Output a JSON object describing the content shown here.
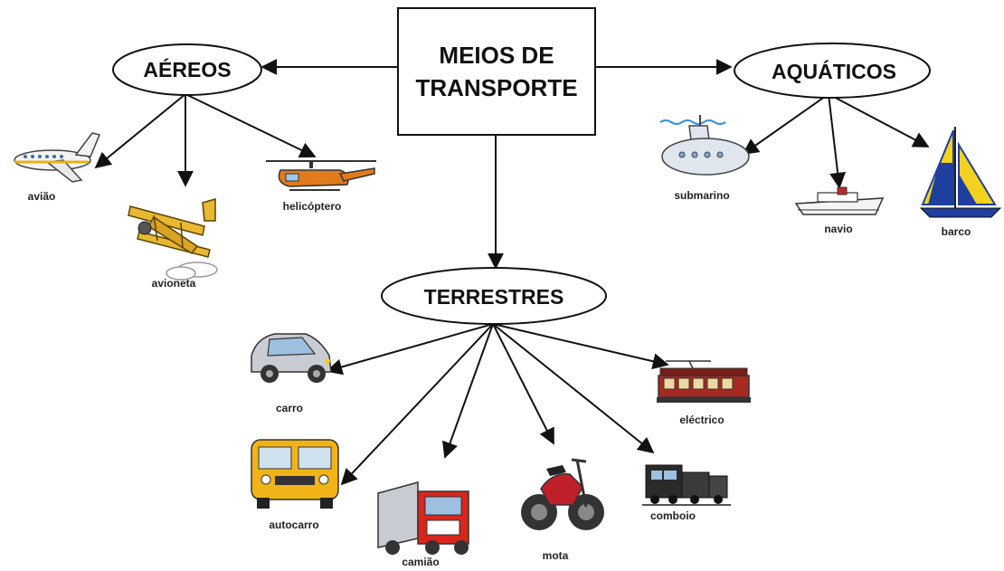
{
  "root": {
    "line1": "MEIOS DE",
    "line2": "TRANSPORTE"
  },
  "categories": {
    "aereos": {
      "label": "AÉREOS",
      "items": {
        "aviao": "avião",
        "avioneta": "avioneta",
        "helicoptero": "helicóptero"
      }
    },
    "aquaticos": {
      "label": "AQUÁTICOS",
      "items": {
        "submarino": "submarino",
        "navio": "navio",
        "barco": "barco"
      }
    },
    "terrestres": {
      "label": "TERRESTRES",
      "items": {
        "carro": "carro",
        "autocarro": "autocarro",
        "camiao": "camião",
        "mota": "mota",
        "comboio": "comboio",
        "electrico": "eléctrico"
      }
    }
  },
  "icons": {
    "aviao": "airplane-icon",
    "avioneta": "biplane-icon",
    "helicoptero": "helicopter-icon",
    "submarino": "submarine-icon",
    "navio": "ship-icon",
    "barco": "sailboat-icon",
    "carro": "car-icon",
    "autocarro": "bus-icon",
    "camiao": "truck-icon",
    "mota": "motorcycle-icon",
    "comboio": "train-icon",
    "electrico": "tram-icon"
  },
  "colors": {
    "line": "#111111",
    "plane_body": "#f3f3f3",
    "plane_stripe": "#e8b020",
    "biplane": "#e8b832",
    "helicopter": "#e07a1e",
    "submarine": "#dfe6ee",
    "sail_yellow": "#f2d21e",
    "sail_blue": "#1f3f9e",
    "car": "#c9ccd3",
    "bus": "#f0b418",
    "truck_cab": "#d9261c",
    "truck_box": "#c8ccd2",
    "motorcycle": "#c0202a",
    "train": "#2a2a2a",
    "tram": "#a52a22"
  }
}
